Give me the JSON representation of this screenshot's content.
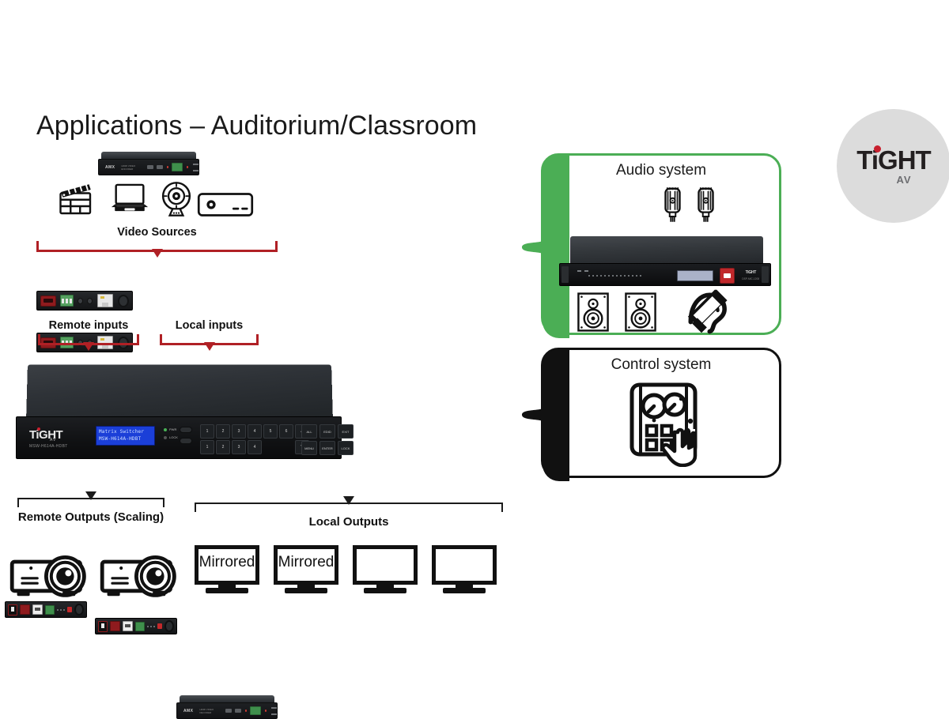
{
  "slide": {
    "title": "Applications – Auditorium/Classroom",
    "background": "#ffffff"
  },
  "brand": {
    "name": "TiGHT",
    "sub": "AV",
    "circle_color": "#dcdcdc",
    "dot_color": "#c8202e",
    "text_color": "#231f20"
  },
  "colors": {
    "bracket_red": "#b02025",
    "audio_green": "#4bae55",
    "control_black": "#111111",
    "lcd_blue": "#1b3fd8"
  },
  "sources": {
    "bracket_label": "Video Sources",
    "icons": [
      {
        "name": "clapperboard-icon",
        "label": "Clapperboard"
      },
      {
        "name": "laptop-icon",
        "label": "Laptop"
      },
      {
        "name": "webcam-icon",
        "label": "Webcam"
      },
      {
        "name": "media-player-icon",
        "label": "Media player"
      }
    ],
    "encoder": {
      "brand": "AMX",
      "model": "HDMI VIDEO ENCODER",
      "sub": "N-SERIES"
    }
  },
  "inputs": {
    "remote_label": "Remote inputs",
    "local_label": "Local inputs",
    "transmitters": [
      {
        "name": "hdmi-transmitter-1",
        "ports": [
          "HDMI IN",
          "IR IN",
          "IR OUT",
          "HDBT OUT",
          "DC 24V"
        ]
      },
      {
        "name": "hdmi-transmitter-2",
        "ports": [
          "HDMI IN",
          "IR IN",
          "IR OUT",
          "HDBT OUT",
          "DC 24V"
        ]
      }
    ]
  },
  "matrix": {
    "brand": "TiGHT",
    "brand_sub": "AV",
    "model": "MSW-H614A-HDBT",
    "lcd_line1": "Matrix Switcher",
    "lcd_line2": "MSW-H614A-HDBT",
    "led_labels": [
      "PWR",
      "LOCK"
    ],
    "row1_buttons": [
      "1",
      "2",
      "3",
      "4",
      "5",
      "6",
      "A"
    ],
    "row2_buttons": [
      "1",
      "2",
      "3",
      "4",
      "",
      "",
      "V"
    ],
    "function_row1": [
      "ALL",
      "EDID",
      "EXIT"
    ],
    "function_row2": [
      "MENU",
      "ENTER",
      "LOCK"
    ]
  },
  "audio_panel": {
    "title": "Audio system",
    "border_color": "#4bae55",
    "devices": [
      {
        "name": "microphone-icon",
        "label": "Microphone"
      },
      {
        "name": "microphone-icon",
        "label": "Microphone"
      },
      {
        "name": "audio-dsp-unit",
        "label": "TiGHT AV DSP",
        "model": "DSP-MIC-1208"
      },
      {
        "name": "speaker-icon",
        "label": "Speaker"
      },
      {
        "name": "speaker-icon",
        "label": "Speaker"
      },
      {
        "name": "hearing-loop-icon",
        "label": "Hearing assistance loop"
      }
    ]
  },
  "control_panel": {
    "title": "Control system",
    "border_color": "#111111",
    "devices": [
      {
        "name": "control-panel-icon",
        "label": "Wall control panel with hand"
      }
    ]
  },
  "outputs": {
    "remote_label": "Remote Outputs (Scaling)",
    "local_label": "Local Outputs",
    "receivers": [
      {
        "name": "hdbt-receiver-1"
      },
      {
        "name": "hdbt-receiver-2"
      }
    ],
    "projectors": [
      {
        "name": "projector-icon"
      },
      {
        "name": "projector-icon"
      }
    ],
    "monitors": [
      {
        "name": "monitor-1",
        "text": "Mirrored"
      },
      {
        "name": "monitor-2",
        "text": "Mirrored"
      },
      {
        "name": "monitor-3",
        "text": ""
      },
      {
        "name": "monitor-4",
        "text": ""
      }
    ],
    "decoder": {
      "brand": "AMX",
      "model": "HDMI VIDEO DECODER"
    }
  }
}
